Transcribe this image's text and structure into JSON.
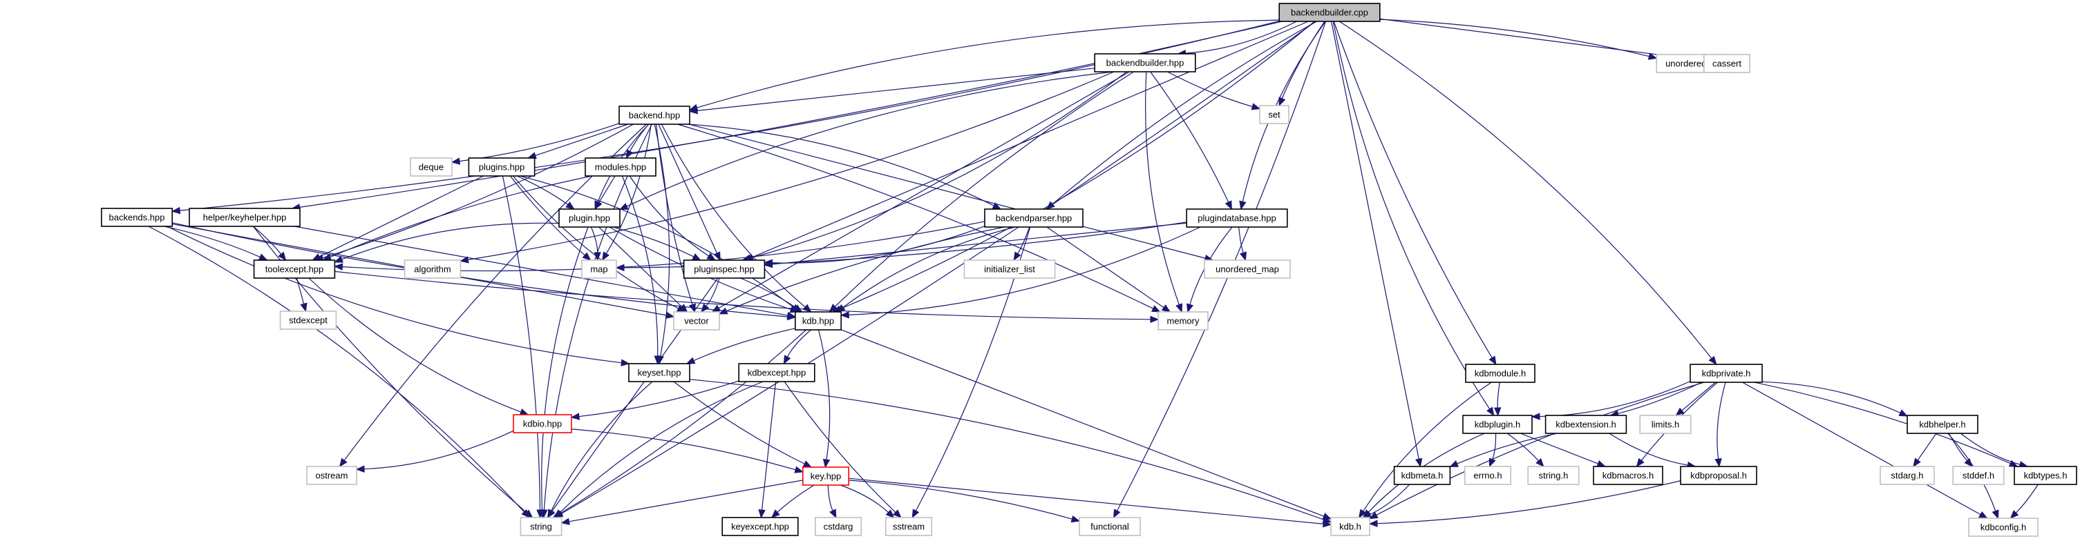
{
  "title": "backendbuilder.cpp",
  "legend": {
    "edge_color": "#191970",
    "root_fill": "#bfbfbf",
    "incomplete_border": "#ff0000",
    "system_border": "#bfbfbf"
  },
  "nodes": [
    {
      "id": "backendbuilder_cpp",
      "label": "backendbuilder.cpp",
      "kind": "root"
    },
    {
      "id": "backendbuilder_hpp",
      "label": "backendbuilder.hpp",
      "kind": "local"
    },
    {
      "id": "unordered_set",
      "label": "unordered_set",
      "kind": "system"
    },
    {
      "id": "cassert",
      "label": "cassert",
      "kind": "system"
    },
    {
      "id": "set",
      "label": "set",
      "kind": "system"
    },
    {
      "id": "backend_hpp",
      "label": "backend.hpp",
      "kind": "local"
    },
    {
      "id": "deque",
      "label": "deque",
      "kind": "system"
    },
    {
      "id": "plugins_hpp",
      "label": "plugins.hpp",
      "kind": "local"
    },
    {
      "id": "modules_hpp",
      "label": "modules.hpp",
      "kind": "local"
    },
    {
      "id": "backends_hpp",
      "label": "backends.hpp",
      "kind": "local"
    },
    {
      "id": "keyhelper_hpp",
      "label": "helper/keyhelper.hpp",
      "kind": "local"
    },
    {
      "id": "plugin_hpp",
      "label": "plugin.hpp",
      "kind": "local"
    },
    {
      "id": "backendparser_hpp",
      "label": "backendparser.hpp",
      "kind": "local"
    },
    {
      "id": "plugindatabase_hpp",
      "label": "plugindatabase.hpp",
      "kind": "local"
    },
    {
      "id": "toolexcept_hpp",
      "label": "toolexcept.hpp",
      "kind": "local"
    },
    {
      "id": "algorithm",
      "label": "algorithm",
      "kind": "system"
    },
    {
      "id": "map",
      "label": "map",
      "kind": "system"
    },
    {
      "id": "pluginspec_hpp",
      "label": "pluginspec.hpp",
      "kind": "local"
    },
    {
      "id": "initializer_list",
      "label": "initializer_list",
      "kind": "system"
    },
    {
      "id": "unordered_map",
      "label": "unordered_map",
      "kind": "system"
    },
    {
      "id": "stdexcept",
      "label": "stdexcept",
      "kind": "system"
    },
    {
      "id": "vector",
      "label": "vector",
      "kind": "system"
    },
    {
      "id": "kdb_hpp",
      "label": "kdb.hpp",
      "kind": "local"
    },
    {
      "id": "memory",
      "label": "memory",
      "kind": "system"
    },
    {
      "id": "keyset_hpp",
      "label": "keyset.hpp",
      "kind": "local"
    },
    {
      "id": "kdbexcept_hpp",
      "label": "kdbexcept.hpp",
      "kind": "local"
    },
    {
      "id": "kdbio_hpp",
      "label": "kdbio.hpp",
      "kind": "incomplete"
    },
    {
      "id": "ostream",
      "label": "ostream",
      "kind": "system"
    },
    {
      "id": "key_hpp",
      "label": "key.hpp",
      "kind": "incomplete"
    },
    {
      "id": "string",
      "label": "string",
      "kind": "system"
    },
    {
      "id": "keyexcept_hpp",
      "label": "keyexcept.hpp",
      "kind": "local"
    },
    {
      "id": "cstdarg",
      "label": "cstdarg",
      "kind": "system"
    },
    {
      "id": "sstream",
      "label": "sstream",
      "kind": "system"
    },
    {
      "id": "functional",
      "label": "functional",
      "kind": "system"
    },
    {
      "id": "kdb_h",
      "label": "kdb.h",
      "kind": "system"
    },
    {
      "id": "kdbmodule_h",
      "label": "kdbmodule.h",
      "kind": "local"
    },
    {
      "id": "kdbprivate_h",
      "label": "kdbprivate.h",
      "kind": "local"
    },
    {
      "id": "kdbplugin_h",
      "label": "kdbplugin.h",
      "kind": "local"
    },
    {
      "id": "kdbextension_h",
      "label": "kdbextension.h",
      "kind": "local"
    },
    {
      "id": "limits_h",
      "label": "limits.h",
      "kind": "system"
    },
    {
      "id": "kdbhelper_h",
      "label": "kdbhelper.h",
      "kind": "local"
    },
    {
      "id": "kdbmeta_h",
      "label": "kdbmeta.h",
      "kind": "local"
    },
    {
      "id": "errno_h",
      "label": "errno.h",
      "kind": "system"
    },
    {
      "id": "string_h",
      "label": "string.h",
      "kind": "system"
    },
    {
      "id": "kdbmacros_h",
      "label": "kdbmacros.h",
      "kind": "local"
    },
    {
      "id": "kdbproposal_h",
      "label": "kdbproposal.h",
      "kind": "local"
    },
    {
      "id": "stdarg_h",
      "label": "stdarg.h",
      "kind": "system"
    },
    {
      "id": "stddef_h",
      "label": "stddef.h",
      "kind": "system"
    },
    {
      "id": "kdbtypes_h",
      "label": "kdbtypes.h",
      "kind": "local"
    },
    {
      "id": "kdbconfig_h",
      "label": "kdbconfig.h",
      "kind": "system"
    }
  ],
  "edges": [
    [
      "backendbuilder_cpp",
      "backendbuilder_hpp"
    ],
    [
      "backendbuilder_cpp",
      "unordered_set"
    ],
    [
      "backendbuilder_cpp",
      "cassert"
    ],
    [
      "backendbuilder_cpp",
      "set"
    ],
    [
      "backendbuilder_cpp",
      "backend_hpp"
    ],
    [
      "backendbuilder_cpp",
      "backends_hpp"
    ],
    [
      "backendbuilder_cpp",
      "keyhelper_hpp"
    ],
    [
      "backendbuilder_cpp",
      "pluginspec_hpp"
    ],
    [
      "backendbuilder_cpp",
      "backendparser_hpp"
    ],
    [
      "backendbuilder_cpp",
      "plugindatabase_hpp"
    ],
    [
      "backendbuilder_cpp",
      "kdb_hpp"
    ],
    [
      "backendbuilder_cpp",
      "functional"
    ],
    [
      "backendbuilder_cpp",
      "kdbmeta_h"
    ],
    [
      "backendbuilder_cpp",
      "kdbmodule_h"
    ],
    [
      "backendbuilder_cpp",
      "kdbplugin_h"
    ],
    [
      "backendbuilder_cpp",
      "kdbprivate_h"
    ],
    [
      "backendbuilder_cpp",
      "string"
    ],
    [
      "backendbuilder_hpp",
      "backend_hpp"
    ],
    [
      "backendbuilder_hpp",
      "set"
    ],
    [
      "backendbuilder_hpp",
      "plugin_hpp"
    ],
    [
      "backendbuilder_hpp",
      "pluginspec_hpp"
    ],
    [
      "backendbuilder_hpp",
      "plugindatabase_hpp"
    ],
    [
      "backendbuilder_hpp",
      "vector"
    ],
    [
      "backendbuilder_hpp",
      "kdb_hpp"
    ],
    [
      "backendbuilder_hpp",
      "memory"
    ],
    [
      "backendbuilder_hpp",
      "algorithm"
    ],
    [
      "backend_hpp",
      "deque"
    ],
    [
      "backend_hpp",
      "plugins_hpp"
    ],
    [
      "backend_hpp",
      "modules_hpp"
    ],
    [
      "backend_hpp",
      "plugin_hpp"
    ],
    [
      "backend_hpp",
      "backendparser_hpp"
    ],
    [
      "backend_hpp",
      "toolexcept_hpp"
    ],
    [
      "backend_hpp",
      "pluginspec_hpp"
    ],
    [
      "backend_hpp",
      "vector"
    ],
    [
      "backend_hpp",
      "kdb_hpp"
    ],
    [
      "backend_hpp",
      "keyset_hpp"
    ],
    [
      "backend_hpp",
      "memory"
    ],
    [
      "backend_hpp",
      "unordered_map"
    ],
    [
      "backend_hpp",
      "ostream"
    ],
    [
      "backend_hpp",
      "string"
    ],
    [
      "backend_hpp",
      "map"
    ],
    [
      "plugins_hpp",
      "plugin_hpp"
    ],
    [
      "plugins_hpp",
      "toolexcept_hpp"
    ],
    [
      "plugins_hpp",
      "map"
    ],
    [
      "plugins_hpp",
      "vector"
    ],
    [
      "plugins_hpp",
      "kdb_hpp"
    ],
    [
      "plugins_hpp",
      "string"
    ],
    [
      "modules_hpp",
      "plugin_hpp"
    ],
    [
      "modules_hpp",
      "toolexcept_hpp"
    ],
    [
      "modules_hpp",
      "pluginspec_hpp"
    ],
    [
      "modules_hpp",
      "keyset_hpp"
    ],
    [
      "backends_hpp",
      "toolexcept_hpp"
    ],
    [
      "backends_hpp",
      "vector"
    ],
    [
      "backends_hpp",
      "kdb_hpp"
    ],
    [
      "backends_hpp",
      "keyset_hpp"
    ],
    [
      "backends_hpp",
      "string"
    ],
    [
      "keyhelper_hpp",
      "toolexcept_hpp"
    ],
    [
      "keyhelper_hpp",
      "kdb_hpp"
    ],
    [
      "keyhelper_hpp",
      "string"
    ],
    [
      "plugin_hpp",
      "toolexcept_hpp"
    ],
    [
      "plugin_hpp",
      "map"
    ],
    [
      "plugin_hpp",
      "pluginspec_hpp"
    ],
    [
      "plugin_hpp",
      "vector"
    ],
    [
      "plugin_hpp",
      "kdb_hpp"
    ],
    [
      "plugin_hpp",
      "string"
    ],
    [
      "backendparser_hpp",
      "pluginspec_hpp"
    ],
    [
      "backendparser_hpp",
      "initializer_list"
    ],
    [
      "backendparser_hpp",
      "memory"
    ],
    [
      "backendparser_hpp",
      "vector"
    ],
    [
      "backendparser_hpp",
      "kdb_hpp"
    ],
    [
      "backendparser_hpp",
      "toolexcept_hpp"
    ],
    [
      "backendparser_hpp",
      "sstream"
    ],
    [
      "plugindatabase_hpp",
      "pluginspec_hpp"
    ],
    [
      "plugindatabase_hpp",
      "unordered_map"
    ],
    [
      "plugindatabase_hpp",
      "memory"
    ],
    [
      "plugindatabase_hpp",
      "kdb_hpp"
    ],
    [
      "plugindatabase_hpp",
      "map"
    ],
    [
      "toolexcept_hpp",
      "stdexcept"
    ],
    [
      "toolexcept_hpp",
      "memory"
    ],
    [
      "toolexcept_hpp",
      "kdbio_hpp"
    ],
    [
      "pluginspec_hpp",
      "vector"
    ],
    [
      "pluginspec_hpp",
      "kdb_hpp"
    ],
    [
      "pluginspec_hpp",
      "string"
    ],
    [
      "kdb_hpp",
      "keyset_hpp"
    ],
    [
      "kdb_hpp",
      "kdbexcept_hpp"
    ],
    [
      "kdb_hpp",
      "key_hpp"
    ],
    [
      "kdb_hpp",
      "string"
    ],
    [
      "kdb_hpp",
      "kdb_h"
    ],
    [
      "keyset_hpp",
      "key_hpp"
    ],
    [
      "keyset_hpp",
      "string"
    ],
    [
      "keyset_hpp",
      "kdb_h"
    ],
    [
      "kdbexcept_hpp",
      "kdbio_hpp"
    ],
    [
      "kdbexcept_hpp",
      "keyexcept_hpp"
    ],
    [
      "kdbexcept_hpp",
      "sstream"
    ],
    [
      "kdbexcept_hpp",
      "string"
    ],
    [
      "kdbio_hpp",
      "ostream"
    ],
    [
      "kdbio_hpp",
      "key_hpp"
    ],
    [
      "key_hpp",
      "string"
    ],
    [
      "key_hpp",
      "keyexcept_hpp"
    ],
    [
      "key_hpp",
      "cstdarg"
    ],
    [
      "key_hpp",
      "sstream"
    ],
    [
      "key_hpp",
      "functional"
    ],
    [
      "key_hpp",
      "kdb_h"
    ],
    [
      "kdbmodule_h",
      "kdbplugin_h"
    ],
    [
      "kdbmodule_h",
      "kdb_h"
    ],
    [
      "kdbprivate_h",
      "kdbplugin_h"
    ],
    [
      "kdbprivate_h",
      "kdbextension_h"
    ],
    [
      "kdbprivate_h",
      "limits_h"
    ],
    [
      "kdbprivate_h",
      "kdbmacros_h"
    ],
    [
      "kdbprivate_h",
      "kdbproposal_h"
    ],
    [
      "kdbprivate_h",
      "kdbhelper_h"
    ],
    [
      "kdbprivate_h",
      "kdbtypes_h"
    ],
    [
      "kdbprivate_h",
      "kdbconfig_h"
    ],
    [
      "kdbprivate_h",
      "kdb_h"
    ],
    [
      "kdbplugin_h",
      "kdb_h"
    ],
    [
      "kdbplugin_h",
      "errno_h"
    ],
    [
      "kdbplugin_h",
      "string_h"
    ],
    [
      "kdbplugin_h",
      "kdbmacros_h"
    ],
    [
      "kdbextension_h",
      "kdbmeta_h"
    ],
    [
      "kdbextension_h",
      "kdbproposal_h"
    ],
    [
      "kdbmeta_h",
      "kdb_h"
    ],
    [
      "kdbproposal_h",
      "kdb_h"
    ],
    [
      "kdbhelper_h",
      "stdarg_h"
    ],
    [
      "kdbhelper_h",
      "stddef_h"
    ],
    [
      "kdbhelper_h",
      "kdbtypes_h"
    ],
    [
      "kdbhelper_h",
      "kdbconfig_h"
    ],
    [
      "kdbtypes_h",
      "kdbconfig_h"
    ]
  ]
}
